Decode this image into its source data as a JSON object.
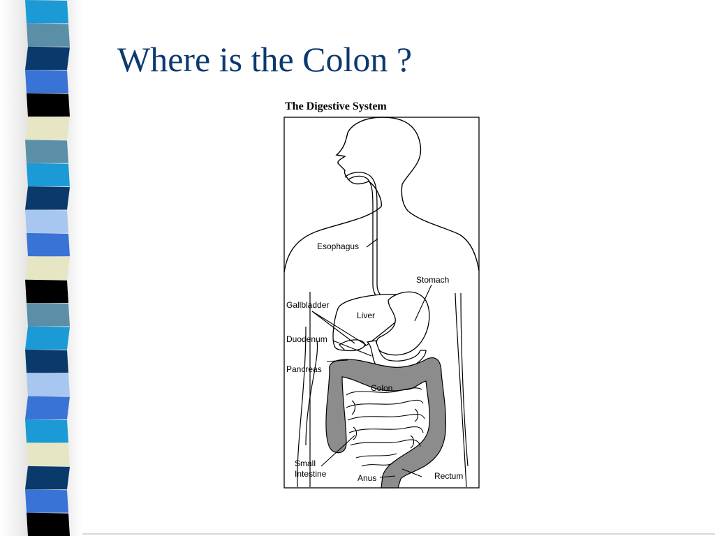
{
  "slide": {
    "title": "Where is the Colon ?"
  },
  "diagram": {
    "title": "The Digestive System",
    "labels": {
      "esophagus": "Esophagus",
      "stomach": "Stomach",
      "gallbladder": "Gallbladder",
      "liver": "Liver",
      "duodenum": "Duodenum",
      "pancreas": "Pancreas",
      "colon": "Colon",
      "small_intestine_line1": "Small",
      "small_intestine_line2": "Intestine",
      "anus": "Anus",
      "rectum": "Rectum"
    },
    "colors": {
      "colon_fill": "#8c8c8c",
      "outline": "#000000"
    }
  },
  "decor": {
    "stripe_colors": [
      "#1c9ad6",
      "#5b8fa8",
      "#0a3a6b",
      "#3a73d6",
      "#000000",
      "#e6e6c4",
      "#5b8fa8",
      "#1c9ad6",
      "#0a3a6b",
      "#a7c7f0",
      "#3a73d6",
      "#e6e6c4",
      "#000000",
      "#5b8fa8",
      "#1c9ad6",
      "#0a3a6b",
      "#a7c7f0",
      "#3a73d6",
      "#1c9ad6",
      "#e6e6c4",
      "#0a3a6b",
      "#3a73d6",
      "#000000"
    ]
  }
}
